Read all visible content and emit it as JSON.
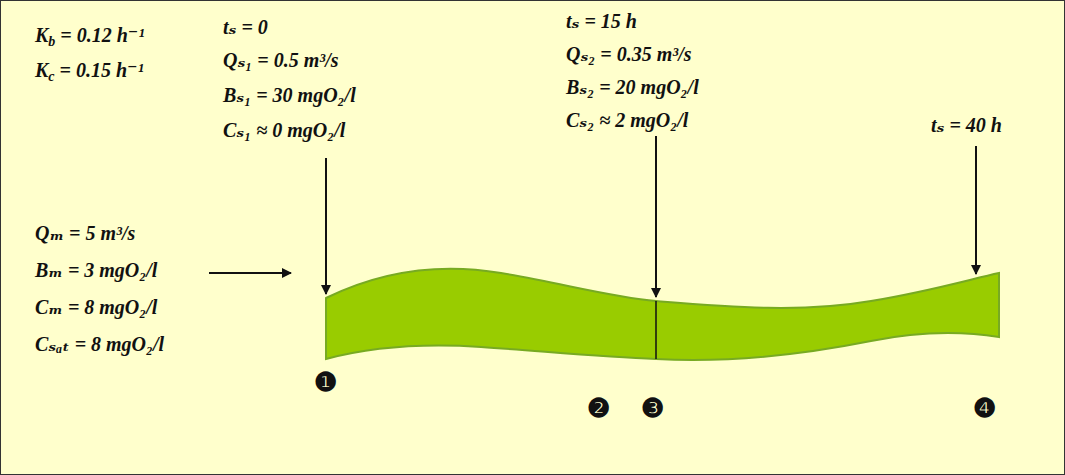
{
  "diagram": {
    "labels": [
      "K",
      "b",
      "= 0.12 h⁻¹",
      "K",
      "c",
      "= 0.15 h⁻¹",
      "tₛ = 0",
      "Qₛ₁ = 0.5 m³/s",
      "Bₛ₁ = 30 mgO₂/l",
      "Cₛ₁ ≈ 0 mgO₂/l",
      "tₛ = 15 h",
      "Qₛ₂ = 0.35 m³/s",
      "Bₛ₂ = 20 mgO₂/l",
      "Cₛ₂ ≈ 2 mgO₂/l",
      "tₛ = 40 h",
      "Qₘ = 5 m³/s",
      "Bₘ = 3 mgO₂/l",
      "Cₘ = 8 mgO₂/l",
      "Cₛₐₜ = 8 mgO₂/l",
      "❶",
      "❷",
      "❸",
      "❹"
    ]
  }
}
